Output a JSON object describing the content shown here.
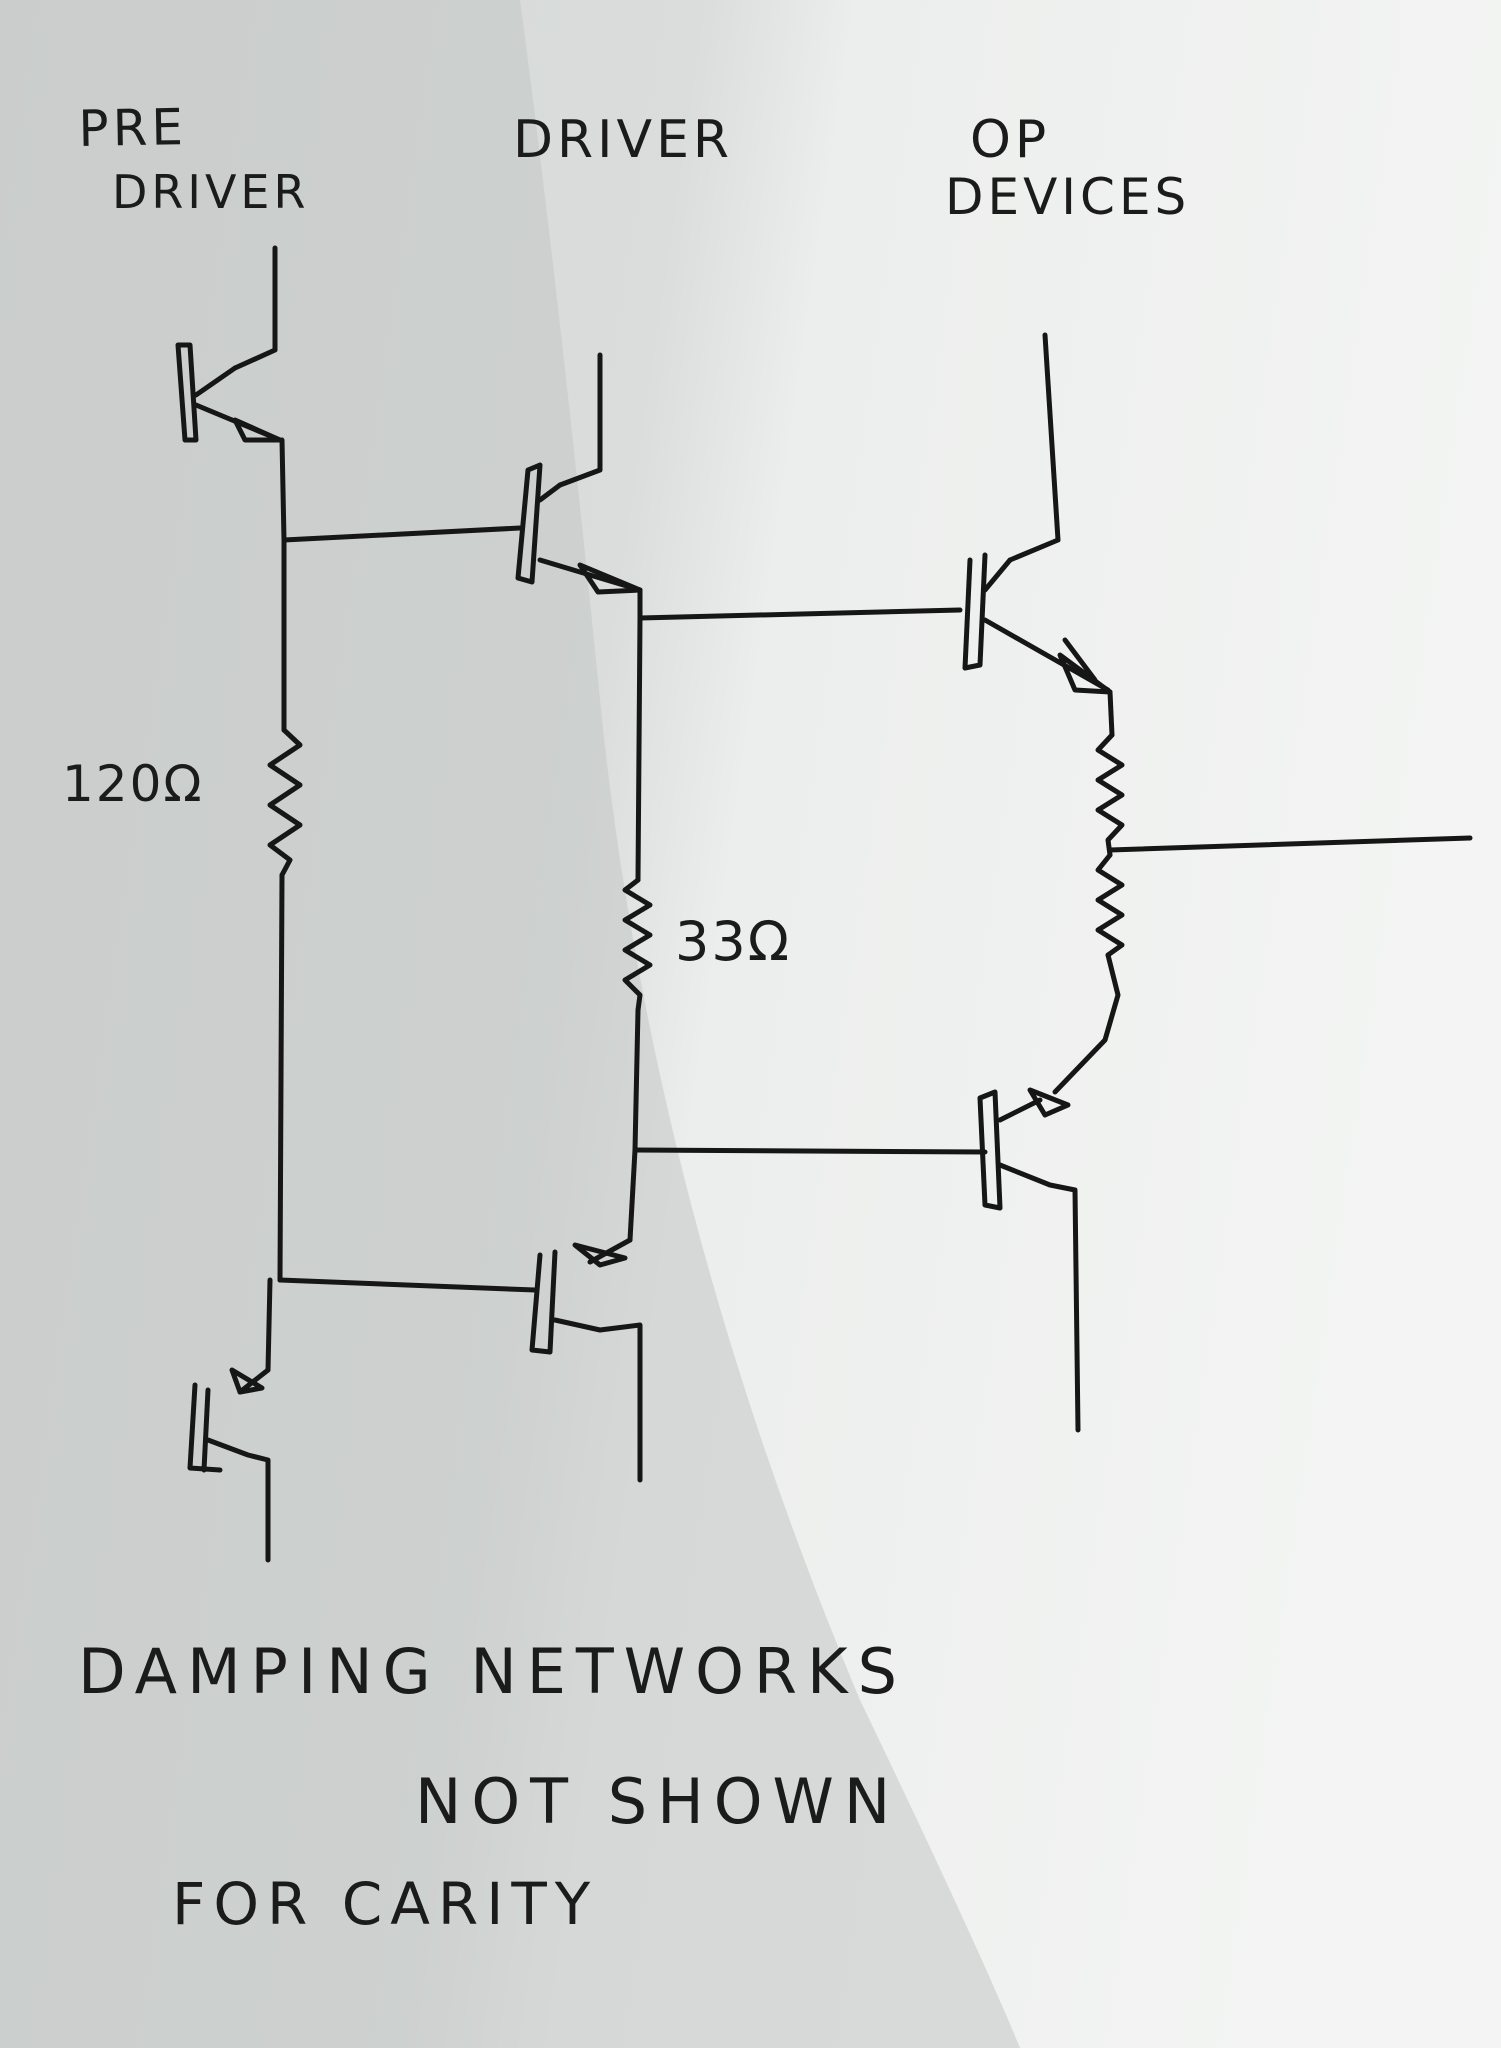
{
  "labels": {
    "pre_driver_line1": "PRE",
    "pre_driver_line2": "DRIVER",
    "driver": "DRIVER",
    "op_devices_line1": "OP",
    "op_devices_line2": "DEVICES",
    "resistor_pre": "120Ω",
    "resistor_driver": "33Ω",
    "note_line1": "DAMPING NETWORKS",
    "note_line2": "NOT SHOWN",
    "note_line3": "FOR CARITY"
  },
  "colors": {
    "ink": "#161616",
    "paper_light": "#eef0ef",
    "paper_shadow": "#c9cccb"
  }
}
